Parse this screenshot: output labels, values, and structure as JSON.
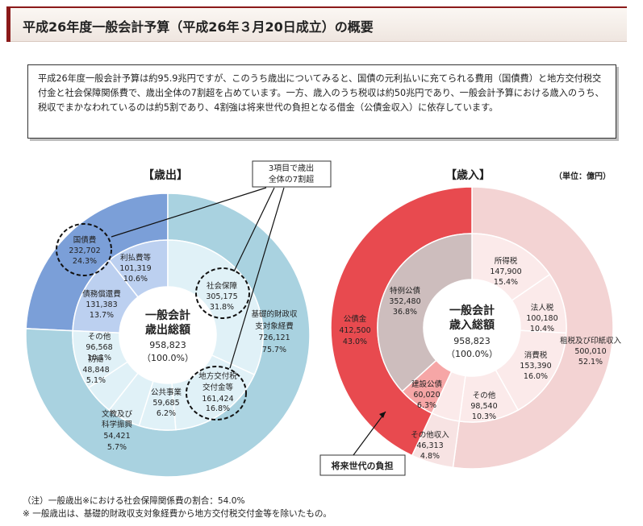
{
  "page": {
    "title": "平成26年度一般会計予算（平成26年３月20日成立）の概要",
    "summary": "平成26年度一般会計予算は約95.9兆円ですが、このうち歳出についてみると、国債の元利払いに充てられる費用（国債費）と地方交付税交付金と社会保障関係費で、歳出全体の7割超を占めています。一方、歳入のうち税収は約50兆円であり、一般会計予算における歳入のうち、税収でまかなわれているのは約5割であり、4割強は将来世代の負担となる借金（公債金収入）に依存しています。",
    "note1": "（注）一般歳出※における社会保障関係費の割合：54.0%",
    "note2": "※ 一般歳出は、基礎的財政収支対象経費から地方交付税交付金等を除いたもの。"
  },
  "chart_data": [
    {
      "type": "pie",
      "title": "【歳出】",
      "center_label": [
        "一般会計",
        "歳出総額"
      ],
      "center_value": "958,823",
      "center_pct": "（100.0%）",
      "callout": [
        "3項目で歳出",
        "全体の7割超"
      ],
      "outer": [
        {
          "name": "国債費",
          "value": 232702,
          "pct": "24.3%",
          "color": "#7b9fd8",
          "value_label": "232,702"
        },
        {
          "name": "基礎的財政収支対象経費",
          "value": 726121,
          "pct": "75.7%",
          "color": "#a9d2e0",
          "value_label": "726,121"
        }
      ],
      "inner": [
        {
          "name": "利払費等",
          "value": 101319,
          "pct": "10.6%",
          "color": "#bcd0f0",
          "value_label": "101,319"
        },
        {
          "name": "債務償還費",
          "value": 131383,
          "pct": "13.7%",
          "color": "#bcd0f0",
          "value_label": "131,383"
        },
        {
          "name": "社会保障",
          "value": 305175,
          "pct": "31.8%",
          "color": "#e0f1f7",
          "value_label": "305,175"
        },
        {
          "name": "地方交付税交付金等",
          "value": 161424,
          "pct": "16.8%",
          "color": "#e0f1f7",
          "value_label": "161,424"
        },
        {
          "name": "公共事業",
          "value": 59685,
          "pct": "6.2%",
          "color": "#e0f1f7",
          "value_label": "59,685"
        },
        {
          "name": "文教及び科学振興",
          "value": 54421,
          "pct": "5.7%",
          "color": "#e0f1f7",
          "value_label": "54,421"
        },
        {
          "name": "防衛",
          "value": 48848,
          "pct": "5.1%",
          "color": "#e0f1f7",
          "value_label": "48,848"
        },
        {
          "name": "その他",
          "value": 96568,
          "pct": "10.1%",
          "color": "#e0f1f7",
          "value_label": "96,568"
        }
      ]
    },
    {
      "type": "pie",
      "title": "【歳入】",
      "unit_label": "（単位：億円）",
      "center_label": [
        "一般会計",
        "歳入総額"
      ],
      "center_value": "958,823",
      "center_pct": "（100.0%）",
      "callout": [
        "将来世代の負担"
      ],
      "outer": [
        {
          "name": "租税及び印紙収入",
          "value": 500010,
          "pct": "52.1%",
          "color": "#f3d3d3",
          "value_label": "500,010"
        },
        {
          "name": "その他収入",
          "value": 46313,
          "pct": "4.8%",
          "color": "#f7e3e3",
          "value_label": "46,313"
        },
        {
          "name": "公債金",
          "value": 412500,
          "pct": "43.0%",
          "color": "#e84a4f",
          "value_label": "412,500"
        }
      ],
      "inner": [
        {
          "name": "所得税",
          "value": 147900,
          "pct": "15.4%",
          "color": "#fbeaea",
          "value_label": "147,900"
        },
        {
          "name": "法人税",
          "value": 100180,
          "pct": "10.4%",
          "color": "#fbeaea",
          "value_label": "100,180"
        },
        {
          "name": "消費税",
          "value": 153390,
          "pct": "16.0%",
          "color": "#fbeaea",
          "value_label": "153,390"
        },
        {
          "name": "その他",
          "value": 98540,
          "pct": "10.3%",
          "color": "#fbeaea",
          "value_label": "98,540"
        },
        {
          "name": "その他収入",
          "value": 46313,
          "pct": "4.8%",
          "color": "#fbeaea",
          "value_label": ""
        },
        {
          "name": "建設公債",
          "value": 60020,
          "pct": "6.3%",
          "color": "#f6a6a6",
          "value_label": "60,020"
        },
        {
          "name": "特例公債",
          "value": 352480,
          "pct": "36.8%",
          "color": "#cdbdbd",
          "value_label": "352,480"
        }
      ]
    }
  ]
}
